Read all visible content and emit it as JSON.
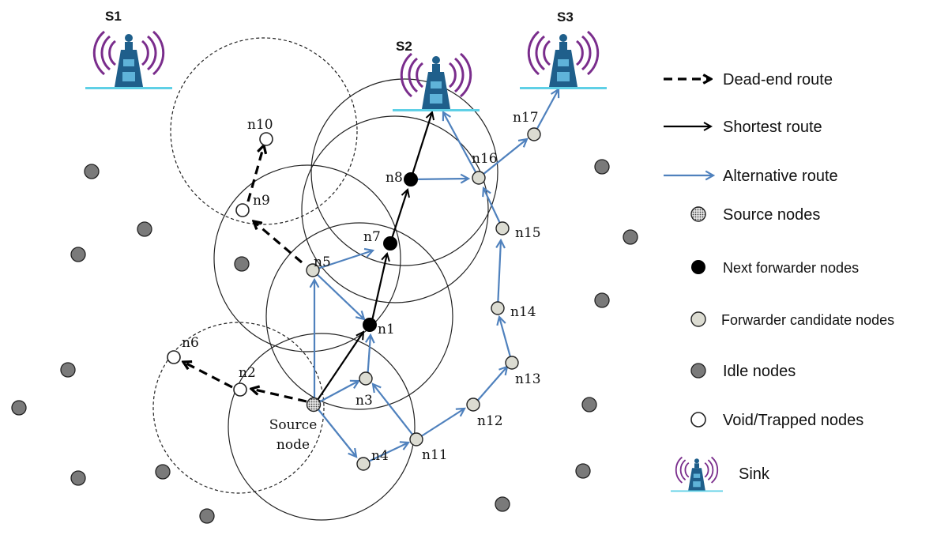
{
  "colors": {
    "alt_route": "#4f81bd",
    "idle": "#7a7a7a",
    "candidate": "#dcdcd2",
    "forwarder": "#000000",
    "void": "#ffffff",
    "sink_body": "#1f5f8b",
    "sink_wave": "#7a2d8c",
    "sink_base": "#5fd0e6"
  },
  "sinks": [
    {
      "id": "S1",
      "label": "S1"
    },
    {
      "id": "S2",
      "label": "S2"
    },
    {
      "id": "S3",
      "label": "S3"
    }
  ],
  "nodes": {
    "source": {
      "label_line1": "Source",
      "label_line2": "node"
    },
    "n1": "n1",
    "n2": "n2",
    "n3": "n3",
    "n4": "n4",
    "n5": "n5",
    "n6": "n6",
    "n7": "n7",
    "n8": "n8",
    "n9": "n9",
    "n10": "n10",
    "n11": "n11",
    "n12": "n12",
    "n13": "n13",
    "n14": "n14",
    "n15": "n15",
    "n16": "n16",
    "n17": "n17"
  },
  "legend": {
    "dead_end": "Dead-end route",
    "shortest": "Shortest route",
    "alternative": "Alternative route",
    "source_nodes": "Source nodes",
    "next_forwarder": "Next forwarder nodes",
    "candidate": "Forwarder candidate nodes",
    "idle": "Idle nodes",
    "void": "Void/Trapped nodes",
    "sink": "Sink"
  }
}
